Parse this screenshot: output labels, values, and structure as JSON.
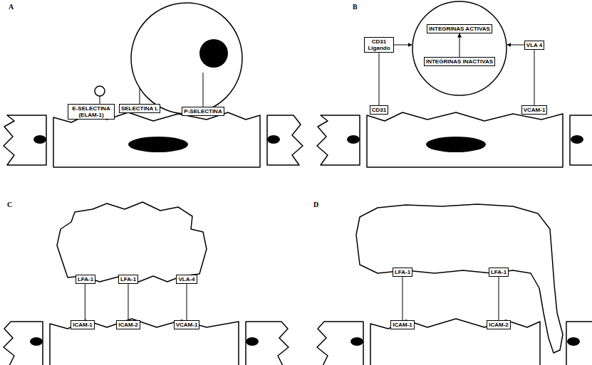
{
  "diagram": {
    "nodes": [
      {
        "text": [
          "E-SELECTINA (ELAM-1)"
        ]
      },
      {
        "text": [
          "SELECTINA L"
        ]
      },
      {
        "text": [
          "P-SELECTINA"
        ]
      },
      {
        "text": [
          "INTEGRINAS ACTIVAS"
        ]
      },
      {
        "text": [
          "CD31 Ligando"
        ]
      },
      {
        "text": [
          "VLA 4"
        ]
      },
      {
        "text": [
          "INTEGRINAS INACTIVAS"
        ]
      },
      {
        "text": [
          "CD31"
        ]
      },
      {
        "text": [
          "VCAM-1"
        ]
      },
      {
        "text": [
          "LFA-1"
        ]
      },
      {
        "text": [
          "LFA-1"
        ]
      },
      {
        "text": [
          "VLA-4"
        ]
      },
      {
        "text": [
          "ICAM-1"
        ]
      },
      {
        "text": [
          "ICAM-2"
        ]
      },
      {
        "text": [
          "VCAM-1"
        ]
      },
      {
        "text": [
          "LFA-1"
        ]
      },
      {
        "text": [
          "LFA-1"
        ]
      },
      {
        "text": [
          "ICAM-1"
        ]
      },
      {
        "text": [
          "ICAM-2"
        ]
      }
    ],
    "edges": [
      {
        "from": 6,
        "to": 3,
        "arrow": "to"
      },
      {
        "from": 4,
        "to": 7,
        "arrow": "none"
      },
      {
        "from": 5,
        "to": 8,
        "arrow": "none"
      },
      {
        "from": 9,
        "to": 12,
        "arrow": "none"
      },
      {
        "from": 10,
        "to": 13,
        "arrow": "none"
      },
      {
        "from": 11,
        "to": 14,
        "arrow": "none"
      },
      {
        "from": 15,
        "to": 17,
        "arrow": "none"
      },
      {
        "from": 16,
        "to": 18,
        "arrow": "none"
      }
    ],
    "labels": [
      "A",
      "B",
      "C",
      "D"
    ]
  }
}
